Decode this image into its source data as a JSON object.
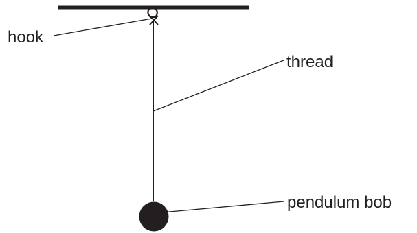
{
  "diagram": {
    "labels": {
      "hook": "hook",
      "thread": "thread",
      "bob": "pendulum bob"
    },
    "colors": {
      "stroke": "#231f20",
      "bob": "#231f20",
      "background": "#ffffff"
    }
  }
}
